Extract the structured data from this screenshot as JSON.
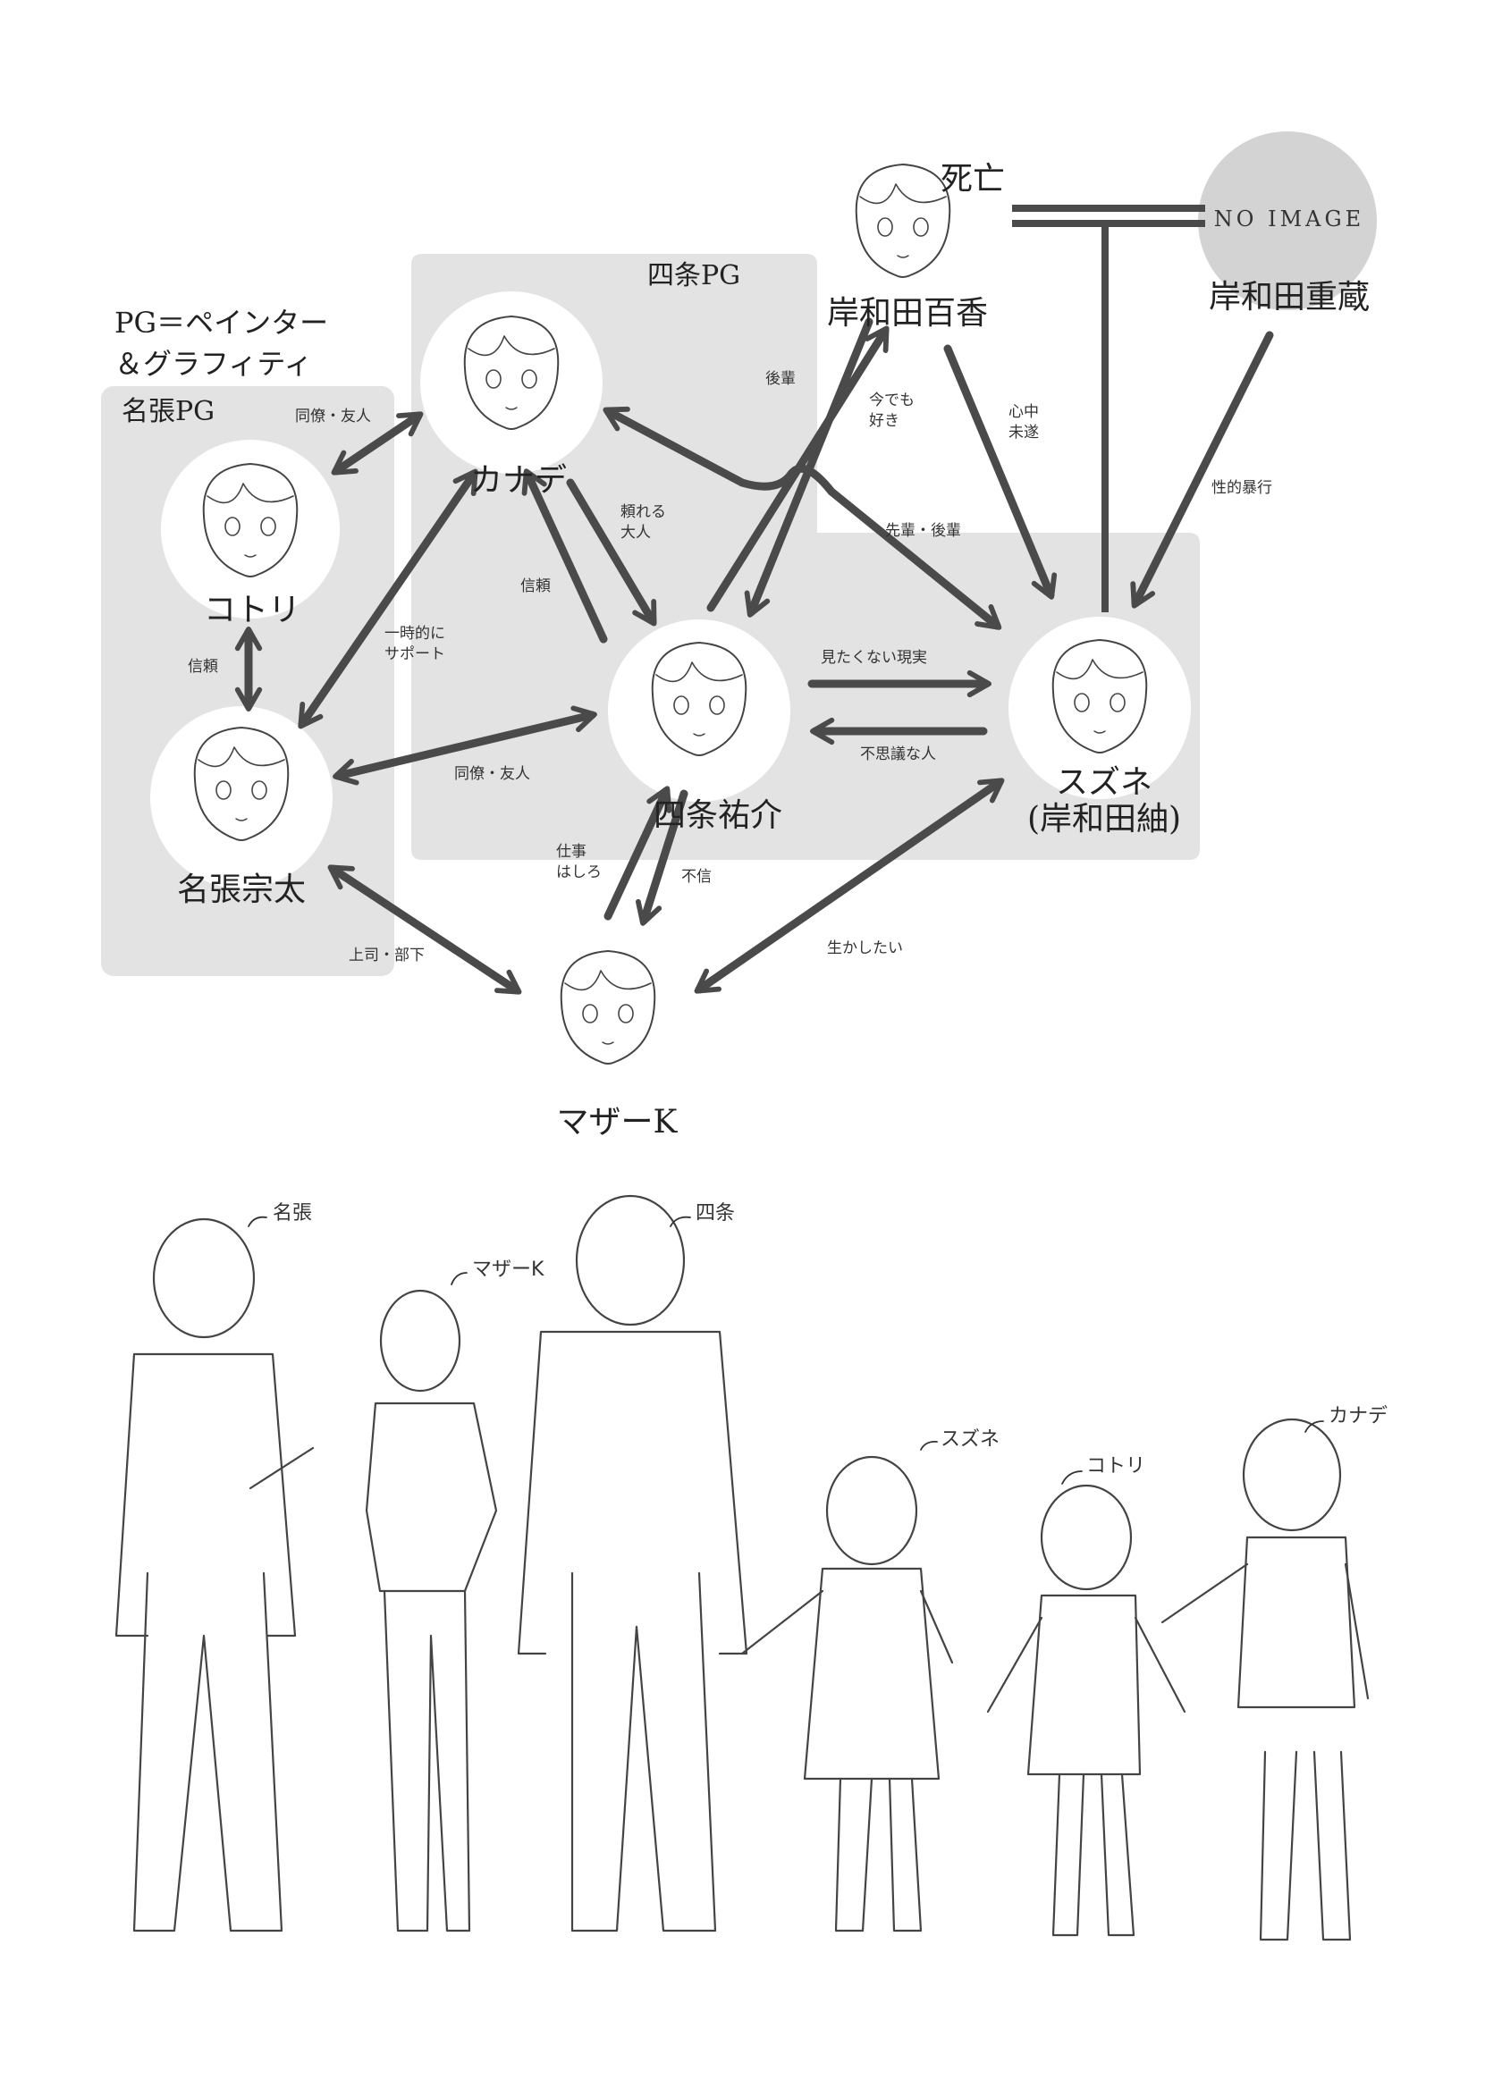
{
  "legend": {
    "line1": "PG＝ペインター",
    "line2": "＆グラフィティ"
  },
  "groups": {
    "nabari": "名張PG",
    "shijo": "四条PG"
  },
  "characters": {
    "kanade": "カナデ",
    "kotori": "コトリ",
    "nabari": "名張宗太",
    "shijo": "四条祐介",
    "suzune_1": "スズネ",
    "suzune_2": "(岸和田紬)",
    "momoka": "岸和田百香",
    "momoka_status": "死亡",
    "juzo": "岸和田重蔵",
    "juzo_placeholder": "NO IMAGE",
    "mother": "マザーK"
  },
  "relations": {
    "kotori_kanade": "同僚・友人",
    "kotori_nabari": "信頼",
    "nabari_kanade_1": "一時的に",
    "nabari_kanade_2": "サポート",
    "nabari_shijo": "同僚・友人",
    "kanade_shijo_1": "頼れる",
    "kanade_shijo_2": "大人",
    "shijo_kanade": "信頼",
    "kanade_suzune_1": "後輩",
    "kanade_suzune_2": "先輩・後輩",
    "shijo_momoka_1": "今でも",
    "shijo_momoka_2": "好き",
    "momoka_suzune_1": "心中",
    "momoka_suzune_2": "未遂",
    "juzo_suzune": "性的暴行",
    "shijo_suzune": "見たくない現実",
    "suzune_shijo": "不思議な人",
    "mother_shijo_1": "仕事",
    "mother_shijo_2": "はしろ",
    "shijo_mother": "不信",
    "nabari_mother": "上司・部下",
    "mother_suzune": "生かしたい"
  },
  "sketch_tags": {
    "nabari": "名張",
    "mother": "マザーK",
    "shijo": "四条",
    "suzune": "スズネ",
    "kotori": "コトリ",
    "kanade": "カナデ"
  }
}
